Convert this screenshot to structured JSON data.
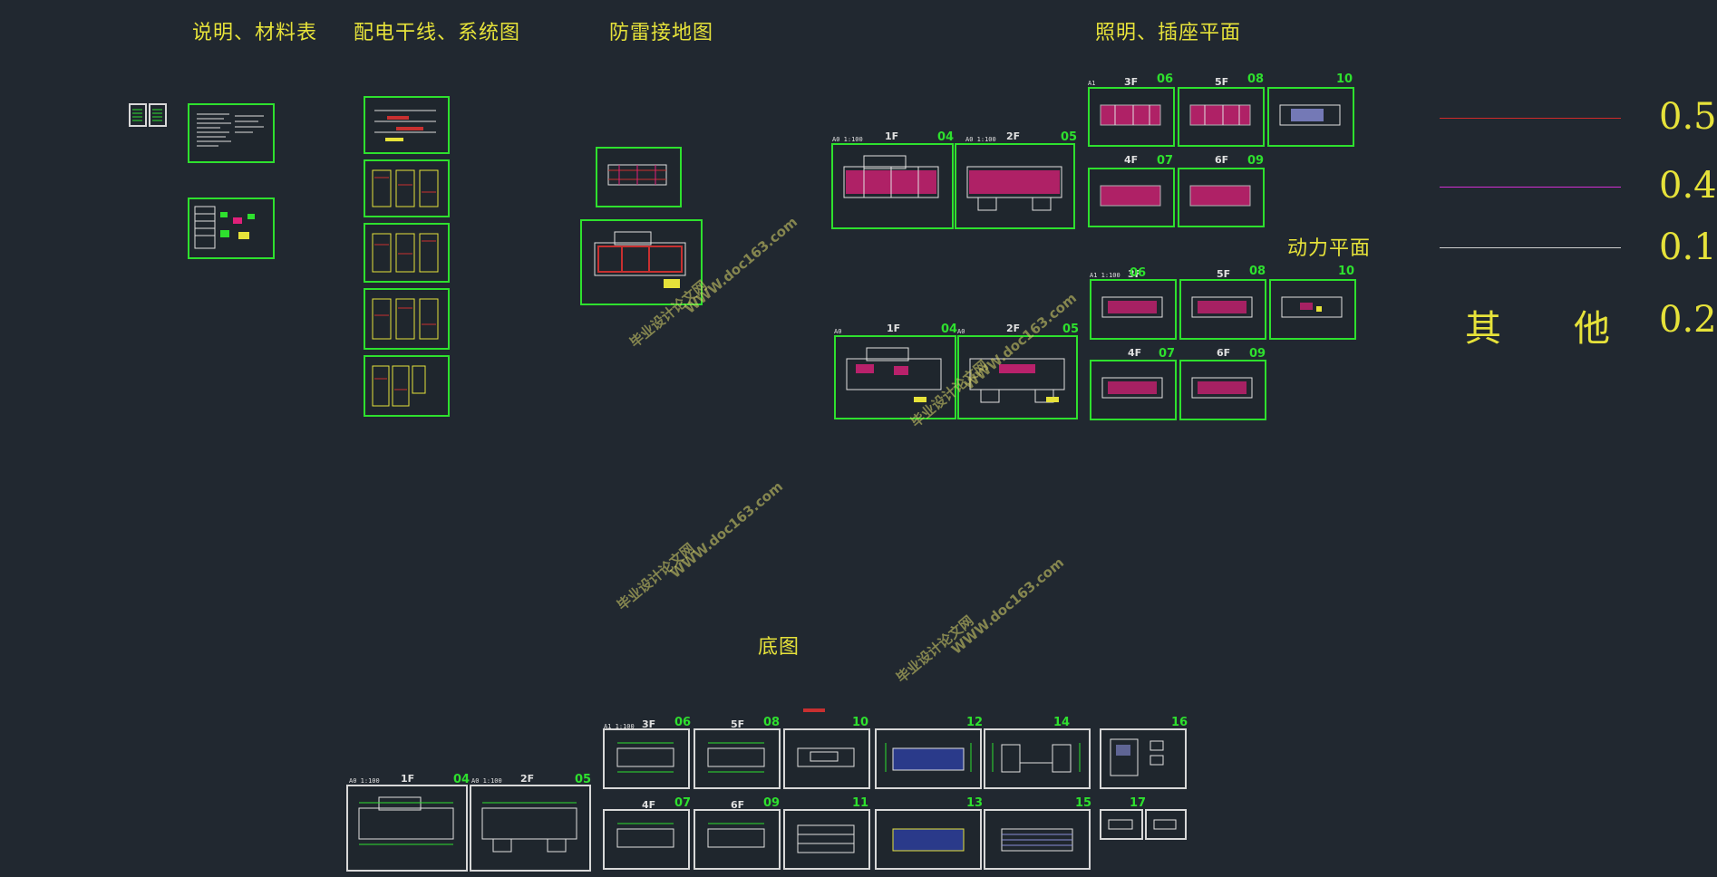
{
  "titles": {
    "notes": "说明、材料表",
    "distribution": "配电干线、系统图",
    "lightning": "防雷接地图",
    "lighting": "照明、插座平面",
    "power": "动力平面",
    "base": "底图"
  },
  "legend": {
    "values": [
      "0.5",
      "0.4",
      "0.1",
      "0.2"
    ],
    "other_label": "其　　他",
    "colors": [
      "#d02a2a",
      "#d22fd2",
      "#cfcfcf"
    ]
  },
  "watermark": {
    "cn": "毕业设计论文网",
    "url": "WWW.doc163.com"
  },
  "sheet_labels": {
    "scale_a0": "A0 1:100",
    "scale_a1": "A1 1:100",
    "a0": "A0",
    "a1": "A1"
  },
  "lighting": {
    "floor_1": "1F",
    "floor_2": "2F",
    "floor_3": "3F",
    "floor_4": "4F",
    "floor_5": "5F",
    "floor_6": "6F",
    "n04": "04",
    "n05": "05",
    "n06": "06",
    "n07": "07",
    "n08": "08",
    "n09": "09",
    "n10": "10"
  },
  "power": {
    "floor_1": "1F",
    "floor_2": "2F",
    "floor_3": "3F",
    "floor_4": "4F",
    "floor_5": "5F",
    "floor_6": "6F",
    "n04": "04",
    "n05": "05",
    "n06": "06",
    "n07": "07",
    "n08": "08",
    "n09": "09",
    "n10": "10"
  },
  "base": {
    "floor_1": "1F",
    "floor_2": "2F",
    "floor_3": "3F",
    "floor_4": "4F",
    "floor_5": "5F",
    "floor_6": "6F",
    "n04": "04",
    "n05": "05",
    "n06": "06",
    "n07": "07",
    "n08": "08",
    "n09": "09",
    "n10": "10",
    "n11": "11",
    "n12": "12",
    "n13": "13",
    "n14": "14",
    "n15": "15",
    "n16": "16",
    "n17": "17"
  },
  "colors": {
    "background": "#212830",
    "frame": "#2ee02e",
    "title": "#e6e23a",
    "magenta": "#e0207a",
    "red": "#c83030"
  }
}
